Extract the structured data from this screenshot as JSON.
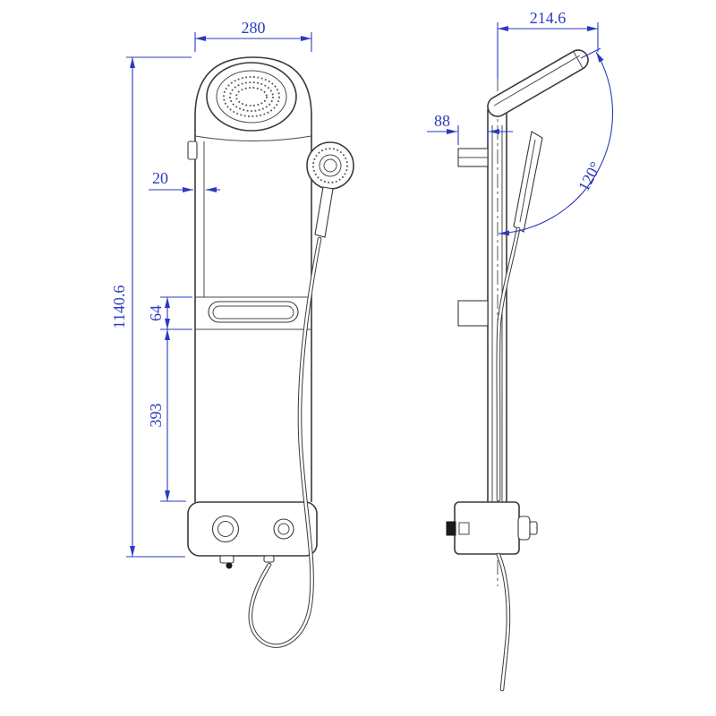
{
  "drawing": {
    "type": "technical-dimension-drawing",
    "subject": "shower panel, front and side orthographic views",
    "colors": {
      "dimension": "#2b3ac0",
      "outline": "#3a3a3a",
      "background": "#ffffff"
    },
    "labels": {
      "front_width": "280",
      "overall_height": "1140.6",
      "rail_width": "20",
      "outlet_height": "64",
      "outlet_to_base": "393",
      "side_depth": "214.6",
      "bracket_depth": "88",
      "head_angle": "120°"
    }
  }
}
